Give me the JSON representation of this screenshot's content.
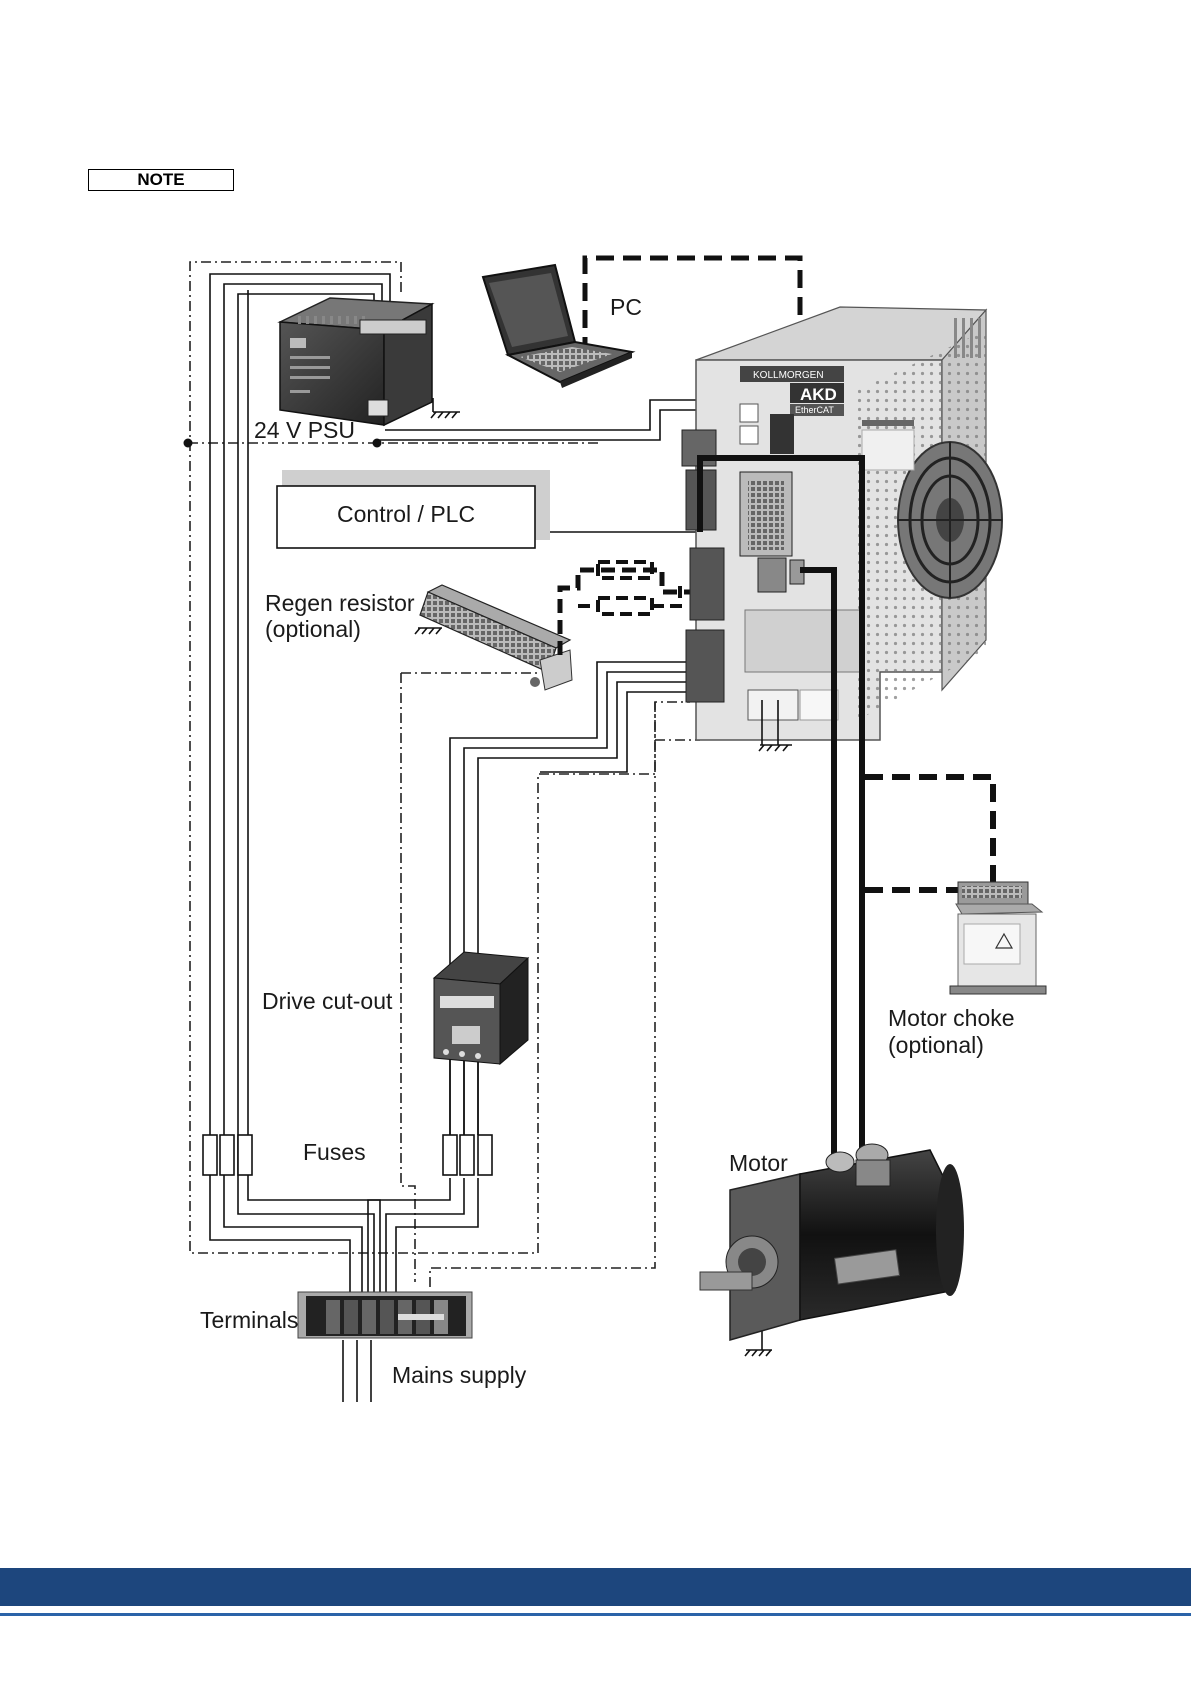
{
  "note": {
    "label": "NOTE"
  },
  "labels": {
    "pc": "PC",
    "psu": "24 V PSU",
    "control": "Control / PLC",
    "regen_line1": "Regen resistor",
    "regen_line2": "(optional)",
    "drive_cutout": "Drive cut-out",
    "fuses": "Fuses",
    "terminals": "Terminals",
    "mains": "Mains supply",
    "motor": "Motor",
    "choke_line1": "Motor choke",
    "choke_line2": "(optional)"
  },
  "drive": {
    "brand": "KOLLMORGEN",
    "model": "AKD",
    "bus": "EtherCAT"
  },
  "colors": {
    "footer_bar": "#1d467d",
    "footer_line": "#2a63a8",
    "wire": "#111111"
  }
}
